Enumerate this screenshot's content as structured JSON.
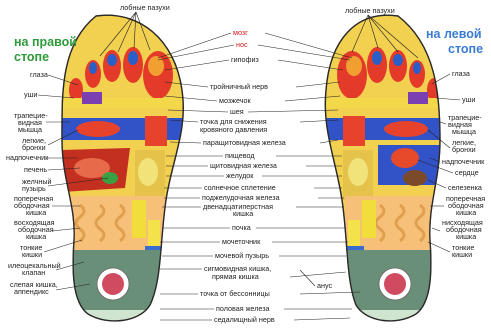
{
  "titles": {
    "right_foot": [
      "на правой",
      "стопе"
    ],
    "left_foot": [
      "на левой",
      "стопе"
    ]
  },
  "colors": {
    "right_title": "#2f9a3a",
    "left_title": "#3b7bd4",
    "label_red": "#d81818",
    "label_dark": "#222222",
    "leader": "#222222"
  },
  "labels": {
    "top_left_sinus": "лобные пазухи",
    "top_right_sinus": "лобные пазухи",
    "center": [
      "мозг",
      "нос",
      "гипофиз",
      "тройничный нерв",
      "мозжечок",
      "шея",
      "точка для снижения",
      "кровяного давления",
      "паращитовидная железа",
      "пищевод",
      "щитовидная железа",
      "желудок",
      "солнечное сплетение",
      "поджелудочная железа",
      "двенадцатиперстная",
      "кишка",
      "почка",
      "мочеточник",
      "мочевой пузырь",
      "сигмовидная кишка,",
      "прямая кишка",
      "анус",
      "точка от бессонницы",
      "половая железа",
      "седалищный нерв"
    ],
    "left_side": [
      "глаза",
      "уши",
      "трапецие-",
      "видная",
      "мышца",
      "легкие,",
      "бронхи",
      "надпочечник",
      "печень",
      "желчный",
      "пузырь",
      "поперечная",
      "ободочная",
      "кишка",
      "восходящая",
      "ободочная",
      "кишка",
      "тонкие",
      "кишки",
      "илеоцекальный",
      "клапан",
      "слепая кишка,",
      "аппендикс"
    ],
    "right_side": [
      "глаза",
      "уши",
      "трапецие-",
      "видная",
      "мышца",
      "легкие,",
      "бронхи",
      "надпочечник",
      "сердце",
      "селезенка",
      "поперечная",
      "ободочная",
      "кишка",
      "нисходящая",
      "ободочная",
      "кишка",
      "тонкие",
      "кишки"
    ]
  }
}
